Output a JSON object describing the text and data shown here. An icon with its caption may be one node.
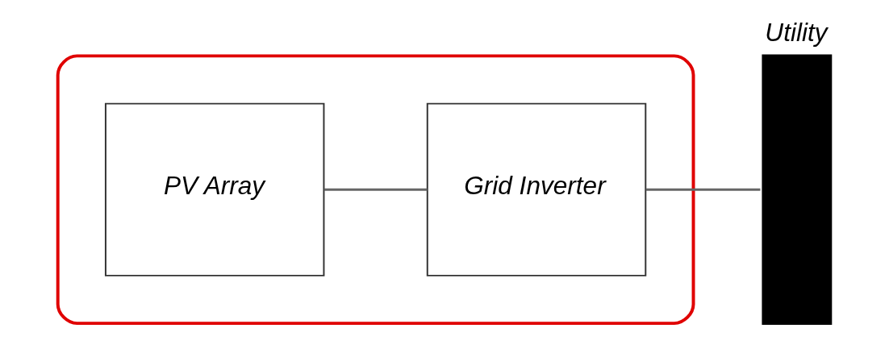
{
  "diagram": {
    "nodes": [
      {
        "text": [],
        "shape": "ellipse"
      },
      {
        "text": [
          "PV Array"
        ],
        "in": 0
      },
      {
        "text": [
          "Grid Inverter"
        ],
        "in": 0
      },
      {
        "text": [
          "Utility"
        ]
      }
    ],
    "edges": [
      {
        "from": 1,
        "to": 2,
        "arrow": "none"
      },
      {
        "from": 2,
        "to": 3,
        "arrow": "none"
      }
    ]
  }
}
